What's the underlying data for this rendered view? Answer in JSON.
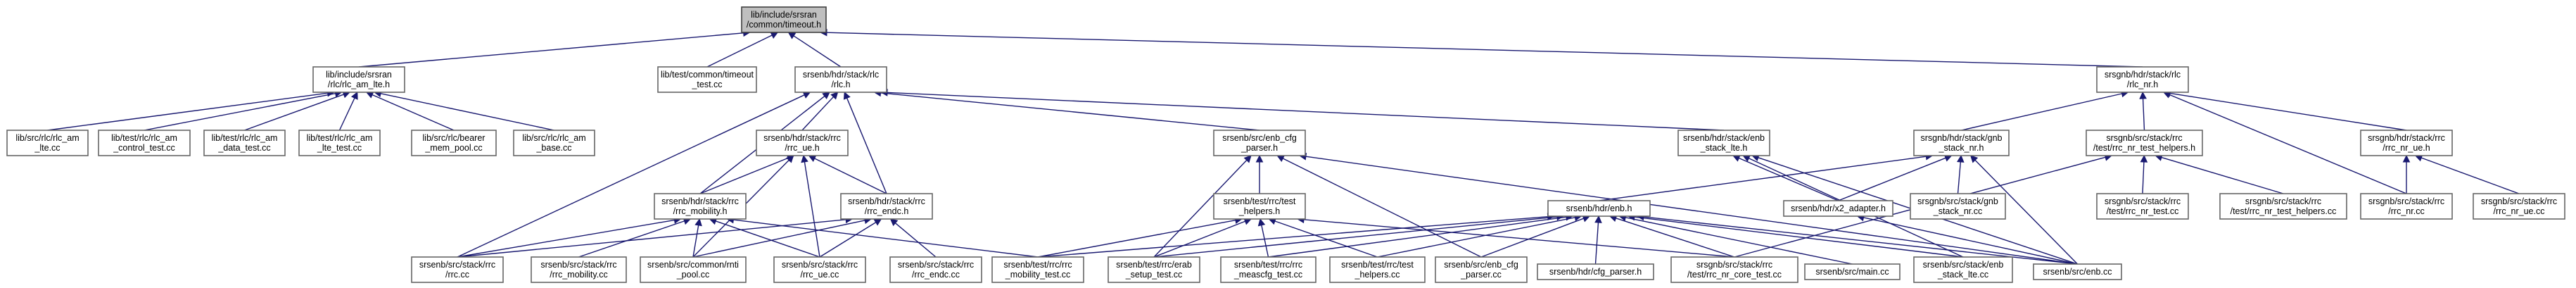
{
  "graph": {
    "nodes": [
      {
        "id": "timeout_h",
        "lines": [
          "lib/include/srsran",
          "/common/timeout.h"
        ],
        "root": true
      },
      {
        "id": "rlc_am_lte_h",
        "lines": [
          "lib/include/srsran",
          "/rlc/rlc_am_lte.h"
        ]
      },
      {
        "id": "timeout_test",
        "lines": [
          "lib/test/common/timeout",
          "_test.cc"
        ]
      },
      {
        "id": "rlc_h",
        "lines": [
          "srsenb/hdr/stack/rlc",
          "/rlc.h"
        ]
      },
      {
        "id": "rlc_nr_h",
        "lines": [
          "srsgnb/hdr/stack/rlc",
          "/rlc_nr.h"
        ]
      },
      {
        "id": "rlc_am_lte_cc",
        "lines": [
          "lib/src/rlc/rlc_am",
          "_lte.cc"
        ]
      },
      {
        "id": "rlc_am_control_test",
        "lines": [
          "lib/test/rlc/rlc_am",
          "_control_test.cc"
        ]
      },
      {
        "id": "rlc_am_data_test",
        "lines": [
          "lib/test/rlc/rlc_am",
          "_data_test.cc"
        ]
      },
      {
        "id": "rlc_am_lte_test",
        "lines": [
          "lib/test/rlc/rlc_am",
          "_lte_test.cc"
        ]
      },
      {
        "id": "bearer_mem_pool",
        "lines": [
          "lib/src/rlc/bearer",
          "_mem_pool.cc"
        ]
      },
      {
        "id": "rlc_am_base",
        "lines": [
          "lib/src/rlc/rlc_am",
          "_base.cc"
        ]
      },
      {
        "id": "rrc_ue_h",
        "lines": [
          "srsenb/hdr/stack/rrc",
          "/rrc_ue.h"
        ]
      },
      {
        "id": "enb_cfg_parser_h",
        "lines": [
          "srsenb/src/enb_cfg",
          "_parser.h"
        ]
      },
      {
        "id": "enb_stack_lte_h",
        "lines": [
          "srsenb/hdr/stack/enb",
          "_stack_lte.h"
        ]
      },
      {
        "id": "gnb_stack_nr_h",
        "lines": [
          "srsgnb/hdr/stack/gnb",
          "_stack_nr.h"
        ]
      },
      {
        "id": "rrc_nr_test_helpers_h",
        "lines": [
          "srsgnb/src/stack/rrc",
          "/test/rrc_nr_test_helpers.h"
        ]
      },
      {
        "id": "rrc_nr_ue_h",
        "lines": [
          "srsgnb/hdr/stack/rrc",
          "/rrc_nr_ue.h"
        ]
      },
      {
        "id": "rrc_mobility_h",
        "lines": [
          "srsenb/hdr/stack/rrc",
          "/rrc_mobility.h"
        ]
      },
      {
        "id": "rrc_endc_h",
        "lines": [
          "srsenb/hdr/stack/rrc",
          "/rrc_endc.h"
        ]
      },
      {
        "id": "test_helpers_h",
        "lines": [
          "srsenb/test/rrc/test",
          "_helpers.h"
        ]
      },
      {
        "id": "enb_h",
        "lines": [
          "srsenb/hdr/enb.h"
        ]
      },
      {
        "id": "x2_adapter_h",
        "lines": [
          "srsenb/hdr/x2_adapter.h"
        ]
      },
      {
        "id": "gnb_stack_nr_cc",
        "lines": [
          "srsgnb/src/stack/gnb",
          "_stack_nr.cc"
        ]
      },
      {
        "id": "rrc_nr_test_cc",
        "lines": [
          "srsgnb/src/stack/rrc",
          "/test/rrc_nr_test.cc"
        ]
      },
      {
        "id": "rrc_nr_test_helpers_cc",
        "lines": [
          "srsgnb/src/stack/rrc",
          "/test/rrc_nr_test_helpers.cc"
        ]
      },
      {
        "id": "rrc_nr_cc",
        "lines": [
          "srsgnb/src/stack/rrc",
          "/rrc_nr.cc"
        ]
      },
      {
        "id": "rrc_nr_ue_cc",
        "lines": [
          "srsgnb/src/stack/rrc",
          "/rrc_nr_ue.cc"
        ]
      },
      {
        "id": "rrc_cc",
        "lines": [
          "srsenb/src/stack/rrc",
          "/rrc.cc"
        ]
      },
      {
        "id": "rrc_mobility_cc",
        "lines": [
          "srsenb/src/stack/rrc",
          "/rrc_mobility.cc"
        ]
      },
      {
        "id": "rnti_pool_cc",
        "lines": [
          "srsenb/src/common/rnti",
          "_pool.cc"
        ]
      },
      {
        "id": "rrc_ue_cc",
        "lines": [
          "srsenb/src/stack/rrc",
          "/rrc_ue.cc"
        ]
      },
      {
        "id": "rrc_endc_cc",
        "lines": [
          "srsenb/src/stack/rrc",
          "/rrc_endc.cc"
        ]
      },
      {
        "id": "rrc_mobility_test",
        "lines": [
          "srsenb/test/rrc/rrc",
          "_mobility_test.cc"
        ]
      },
      {
        "id": "erab_setup_test",
        "lines": [
          "srsenb/test/rrc/erab",
          "_setup_test.cc"
        ]
      },
      {
        "id": "rrc_meascfg_test",
        "lines": [
          "srsenb/test/rrc/rrc",
          "_meascfg_test.cc"
        ]
      },
      {
        "id": "test_helpers_cc",
        "lines": [
          "srsenb/test/rrc/test",
          "_helpers.cc"
        ]
      },
      {
        "id": "enb_cfg_parser_cc",
        "lines": [
          "srsenb/src/enb_cfg",
          "_parser.cc"
        ]
      },
      {
        "id": "cfg_parser_h",
        "lines": [
          "srsenb/hdr/cfg_parser.h"
        ]
      },
      {
        "id": "rrc_nr_core_test",
        "lines": [
          "srsgnb/src/stack/rrc",
          "/test/rrc_nr_core_test.cc"
        ]
      },
      {
        "id": "main_cc",
        "lines": [
          "srsenb/src/main.cc"
        ]
      },
      {
        "id": "enb_stack_lte_cc",
        "lines": [
          "srsenb/src/stack/enb",
          "_stack_lte.cc"
        ]
      },
      {
        "id": "enb_cc",
        "lines": [
          "srsenb/src/enb.cc"
        ]
      }
    ],
    "edges": [
      [
        "rlc_am_lte_h",
        "timeout_h"
      ],
      [
        "timeout_test",
        "timeout_h"
      ],
      [
        "rlc_h",
        "timeout_h"
      ],
      [
        "rlc_nr_h",
        "timeout_h"
      ],
      [
        "rlc_am_lte_cc",
        "rlc_am_lte_h"
      ],
      [
        "rlc_am_control_test",
        "rlc_am_lte_h"
      ],
      [
        "rlc_am_data_test",
        "rlc_am_lte_h"
      ],
      [
        "rlc_am_lte_test",
        "rlc_am_lte_h"
      ],
      [
        "bearer_mem_pool",
        "rlc_am_lte_h"
      ],
      [
        "rlc_am_base",
        "rlc_am_lte_h"
      ],
      [
        "rrc_ue_h",
        "rlc_h"
      ],
      [
        "enb_cfg_parser_h",
        "rlc_h"
      ],
      [
        "enb_stack_lte_h",
        "rlc_h"
      ],
      [
        "rrc_mobility_h",
        "rlc_h"
      ],
      [
        "rrc_endc_h",
        "rlc_h"
      ],
      [
        "rrc_cc",
        "rlc_h"
      ],
      [
        "gnb_stack_nr_h",
        "rlc_nr_h"
      ],
      [
        "rrc_nr_test_helpers_h",
        "rlc_nr_h"
      ],
      [
        "rrc_nr_ue_h",
        "rlc_nr_h"
      ],
      [
        "rrc_nr_cc",
        "rlc_nr_h"
      ],
      [
        "rrc_mobility_h",
        "rrc_ue_h"
      ],
      [
        "rrc_endc_h",
        "rrc_ue_h"
      ],
      [
        "rnti_pool_cc",
        "rrc_ue_h"
      ],
      [
        "rrc_ue_cc",
        "rrc_ue_h"
      ],
      [
        "test_helpers_h",
        "enb_cfg_parser_h"
      ],
      [
        "erab_setup_test",
        "enb_cfg_parser_h"
      ],
      [
        "enb_cfg_parser_cc",
        "enb_cfg_parser_h"
      ],
      [
        "enb_cc",
        "enb_cfg_parser_h"
      ],
      [
        "x2_adapter_h",
        "enb_stack_lte_h"
      ],
      [
        "enb_stack_lte_cc",
        "enb_stack_lte_h"
      ],
      [
        "enb_cc",
        "enb_stack_lte_h"
      ],
      [
        "enb_h",
        "gnb_stack_nr_h"
      ],
      [
        "x2_adapter_h",
        "gnb_stack_nr_h"
      ],
      [
        "gnb_stack_nr_cc",
        "gnb_stack_nr_h"
      ],
      [
        "enb_cc",
        "gnb_stack_nr_h"
      ],
      [
        "rrc_nr_test_cc",
        "rrc_nr_test_helpers_h"
      ],
      [
        "rrc_nr_test_helpers_cc",
        "rrc_nr_test_helpers_h"
      ],
      [
        "rrc_nr_core_test",
        "rrc_nr_test_helpers_h"
      ],
      [
        "rrc_nr_cc",
        "rrc_nr_ue_h"
      ],
      [
        "rrc_nr_ue_cc",
        "rrc_nr_ue_h"
      ],
      [
        "rrc_cc",
        "rrc_mobility_h"
      ],
      [
        "rrc_mobility_cc",
        "rrc_mobility_h"
      ],
      [
        "rrc_ue_cc",
        "rrc_mobility_h"
      ],
      [
        "rrc_mobility_test",
        "rrc_mobility_h"
      ],
      [
        "rnti_pool_cc",
        "rrc_mobility_h"
      ],
      [
        "rrc_cc",
        "rrc_endc_h"
      ],
      [
        "rnti_pool_cc",
        "rrc_endc_h"
      ],
      [
        "rrc_ue_cc",
        "rrc_endc_h"
      ],
      [
        "rrc_endc_cc",
        "rrc_endc_h"
      ],
      [
        "rrc_mobility_test",
        "test_helpers_h"
      ],
      [
        "erab_setup_test",
        "test_helpers_h"
      ],
      [
        "rrc_meascfg_test",
        "test_helpers_h"
      ],
      [
        "test_helpers_cc",
        "test_helpers_h"
      ],
      [
        "rrc_nr_core_test",
        "test_helpers_h"
      ],
      [
        "rrc_mobility_test",
        "enb_h"
      ],
      [
        "erab_setup_test",
        "enb_h"
      ],
      [
        "rrc_meascfg_test",
        "enb_h"
      ],
      [
        "test_helpers_cc",
        "enb_h"
      ],
      [
        "enb_cfg_parser_cc",
        "enb_h"
      ],
      [
        "cfg_parser_h",
        "enb_h"
      ],
      [
        "rrc_nr_core_test",
        "enb_h"
      ],
      [
        "main_cc",
        "enb_h"
      ],
      [
        "enb_stack_lte_cc",
        "enb_h"
      ],
      [
        "enb_cc",
        "enb_h"
      ],
      [
        "enb_cc",
        "x2_adapter_h"
      ]
    ]
  }
}
